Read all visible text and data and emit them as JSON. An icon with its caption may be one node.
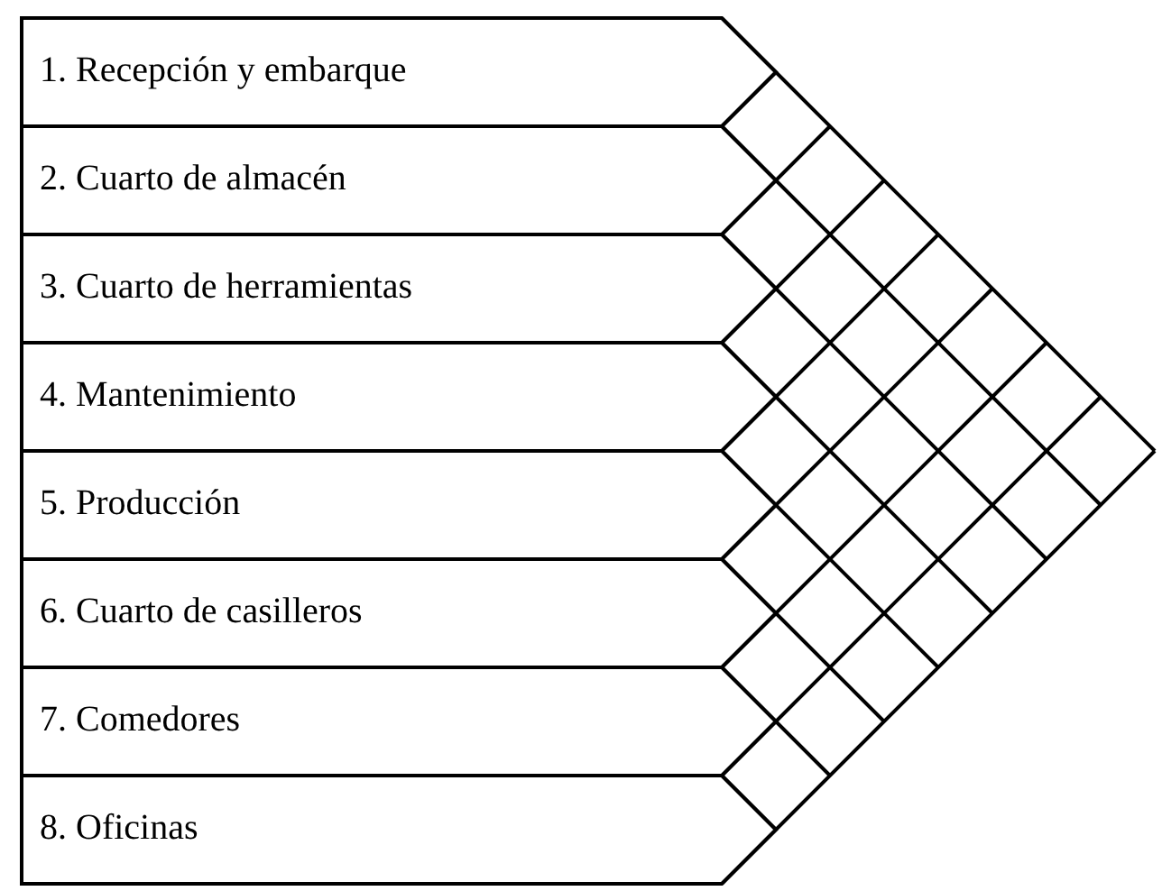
{
  "diagram": {
    "nodes": [
      {
        "text": [
          "1. Recepción y embarque"
        ]
      },
      {
        "text": [
          "2. Cuarto de almacén"
        ]
      },
      {
        "text": [
          "3. Cuarto de herramientas"
        ]
      },
      {
        "text": [
          "4. Mantenimiento"
        ]
      },
      {
        "text": [
          "5. Producción"
        ]
      },
      {
        "text": [
          "6. Cuarto de casilleros"
        ]
      },
      {
        "text": [
          "7. Comedores"
        ]
      },
      {
        "text": [
          "8. Oficinas"
        ]
      }
    ]
  }
}
